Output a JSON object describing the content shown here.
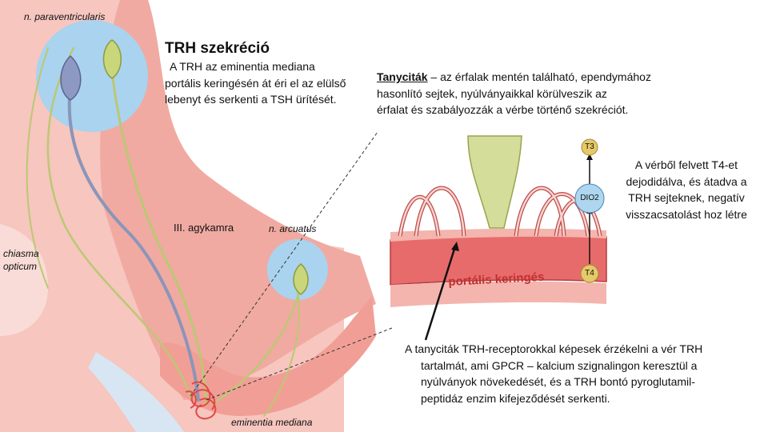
{
  "labels": {
    "paraventricularis": "n. paraventricularis",
    "agykamra": "III. agykamra",
    "arcuatus": "n. arcuatus",
    "chiasma_line1": "chiasma",
    "chiasma_line2": "opticum",
    "eminentia": "eminentia mediana",
    "portalis": "portális keringés"
  },
  "title": "TRH szekréció",
  "trh_text": [
    "A TRH az eminentia mediana",
    "portális keringésén át éri el az elülső",
    "lebenyt és serkenti a TSH ürítését."
  ],
  "tanycyte_heading": "Tanyciták",
  "tanycyte_rest": " – az érfalak mentén található, ependymához",
  "tanycyte_lines": [
    "hasonlító sejtek, nyúlványaikkal körülveszik az",
    "érfalat és szabályozzák a vérbe történő szekréciót."
  ],
  "nodes": {
    "t3": "T3",
    "dio2": "DIO2",
    "t4": "T4"
  },
  "t4_text": [
    "A vérből felvett T4-et",
    "dejodidálva, és átadva a",
    "TRH sejteknek, negatív",
    "visszacsatolást hoz létre"
  ],
  "receptor_text": [
    "A tanyciták TRH-receptorokkal képesek érzékelni a vér TRH",
    "tartalmát, ami GPCR – kalcium szignalingon keresztül a",
    "nyúlványok növekedését, és a TRH bontó pyroglutamil-",
    "peptidáz enzim kifejeződését serkenti."
  ],
  "colors": {
    "tissue": "#f4b7b0",
    "tissue_light": "#f8d6d0",
    "vessel": "#e86060",
    "tanycyte": "#d4dd9a",
    "highlight": "#a9d3ef",
    "neuron": "#c9d67a"
  }
}
